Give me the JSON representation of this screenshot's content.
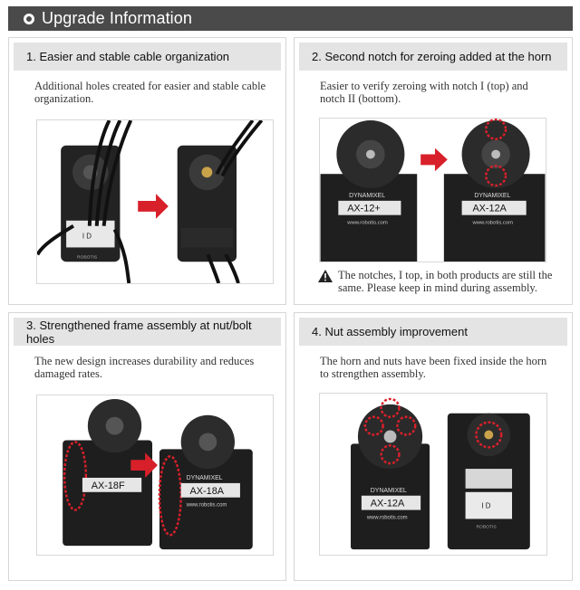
{
  "banner": {
    "title": "Upgrade Information"
  },
  "panels": [
    {
      "heading": "1. Easier and stable cable organization",
      "description": "Additional holes created for easier and stable cable organization.",
      "photo_labels": [
        "I D",
        "ROBOTIS"
      ]
    },
    {
      "heading": "2. Second notch for zeroing added at the horn",
      "description": "Easier to verify zeroing with notch I (top) and notch II (bottom).",
      "photo_labels": [
        "DYNAMIXEL",
        "AX-12+",
        "www.robotis.com",
        "DYNAMIXEL",
        "AX-12A",
        "www.robotis.com"
      ],
      "note": "The notches, I top, in both products are still the same. Please keep in mind during assembly."
    },
    {
      "heading": "3. Strengthened frame assembly at nut/bolt holes",
      "description": "The new design increases durability and reduces damaged rates.",
      "photo_labels": [
        "AX-18F",
        "DYNAMIXEL",
        "AX-18A",
        "www.robotis.com"
      ]
    },
    {
      "heading": "4. Nut assembly improvement",
      "description": "The horn and nuts have been fixed inside the horn to strengthen assembly.",
      "photo_labels": [
        "DYNAMIXEL",
        "AX-12A",
        "www.robotis.com",
        "I D",
        "ROBOTIS"
      ]
    }
  ],
  "icons": {
    "banner": "circle-bullet-icon",
    "note": "warning-triangle-icon"
  },
  "colors": {
    "banner_bg": "#4a4a4a",
    "heading_bg": "#e4e4e4",
    "highlight": "#d8202a"
  }
}
